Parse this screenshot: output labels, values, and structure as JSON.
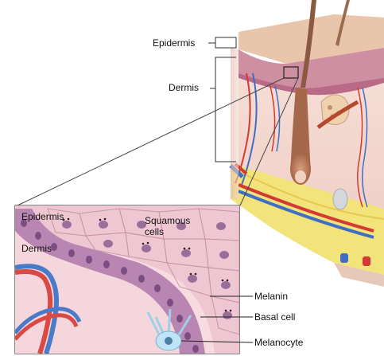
{
  "labels": {
    "epidermis_main": "Epidermis",
    "dermis_main": "Dermis",
    "epidermis_inset": "Epidermis",
    "dermis_inset": "Dermis",
    "squamous_line1": "Squamous",
    "squamous_line2": "cells",
    "melanin": "Melanin",
    "basal_cell": "Basal cell",
    "melanocyte": "Melanocyte"
  },
  "colors": {
    "skin_top": "#e7c3a8",
    "skin_epidermis": "#c97f94",
    "dermis": "#f3d7cf",
    "fat": "#f1e36a",
    "artery": "#d43a34",
    "vein": "#3f6fc4",
    "inset_bg": "#f6dbe1",
    "squamous_cell": "#efc3cf",
    "basal_layer": "#b77fb0",
    "melanocyte": "#bfe4f5"
  }
}
